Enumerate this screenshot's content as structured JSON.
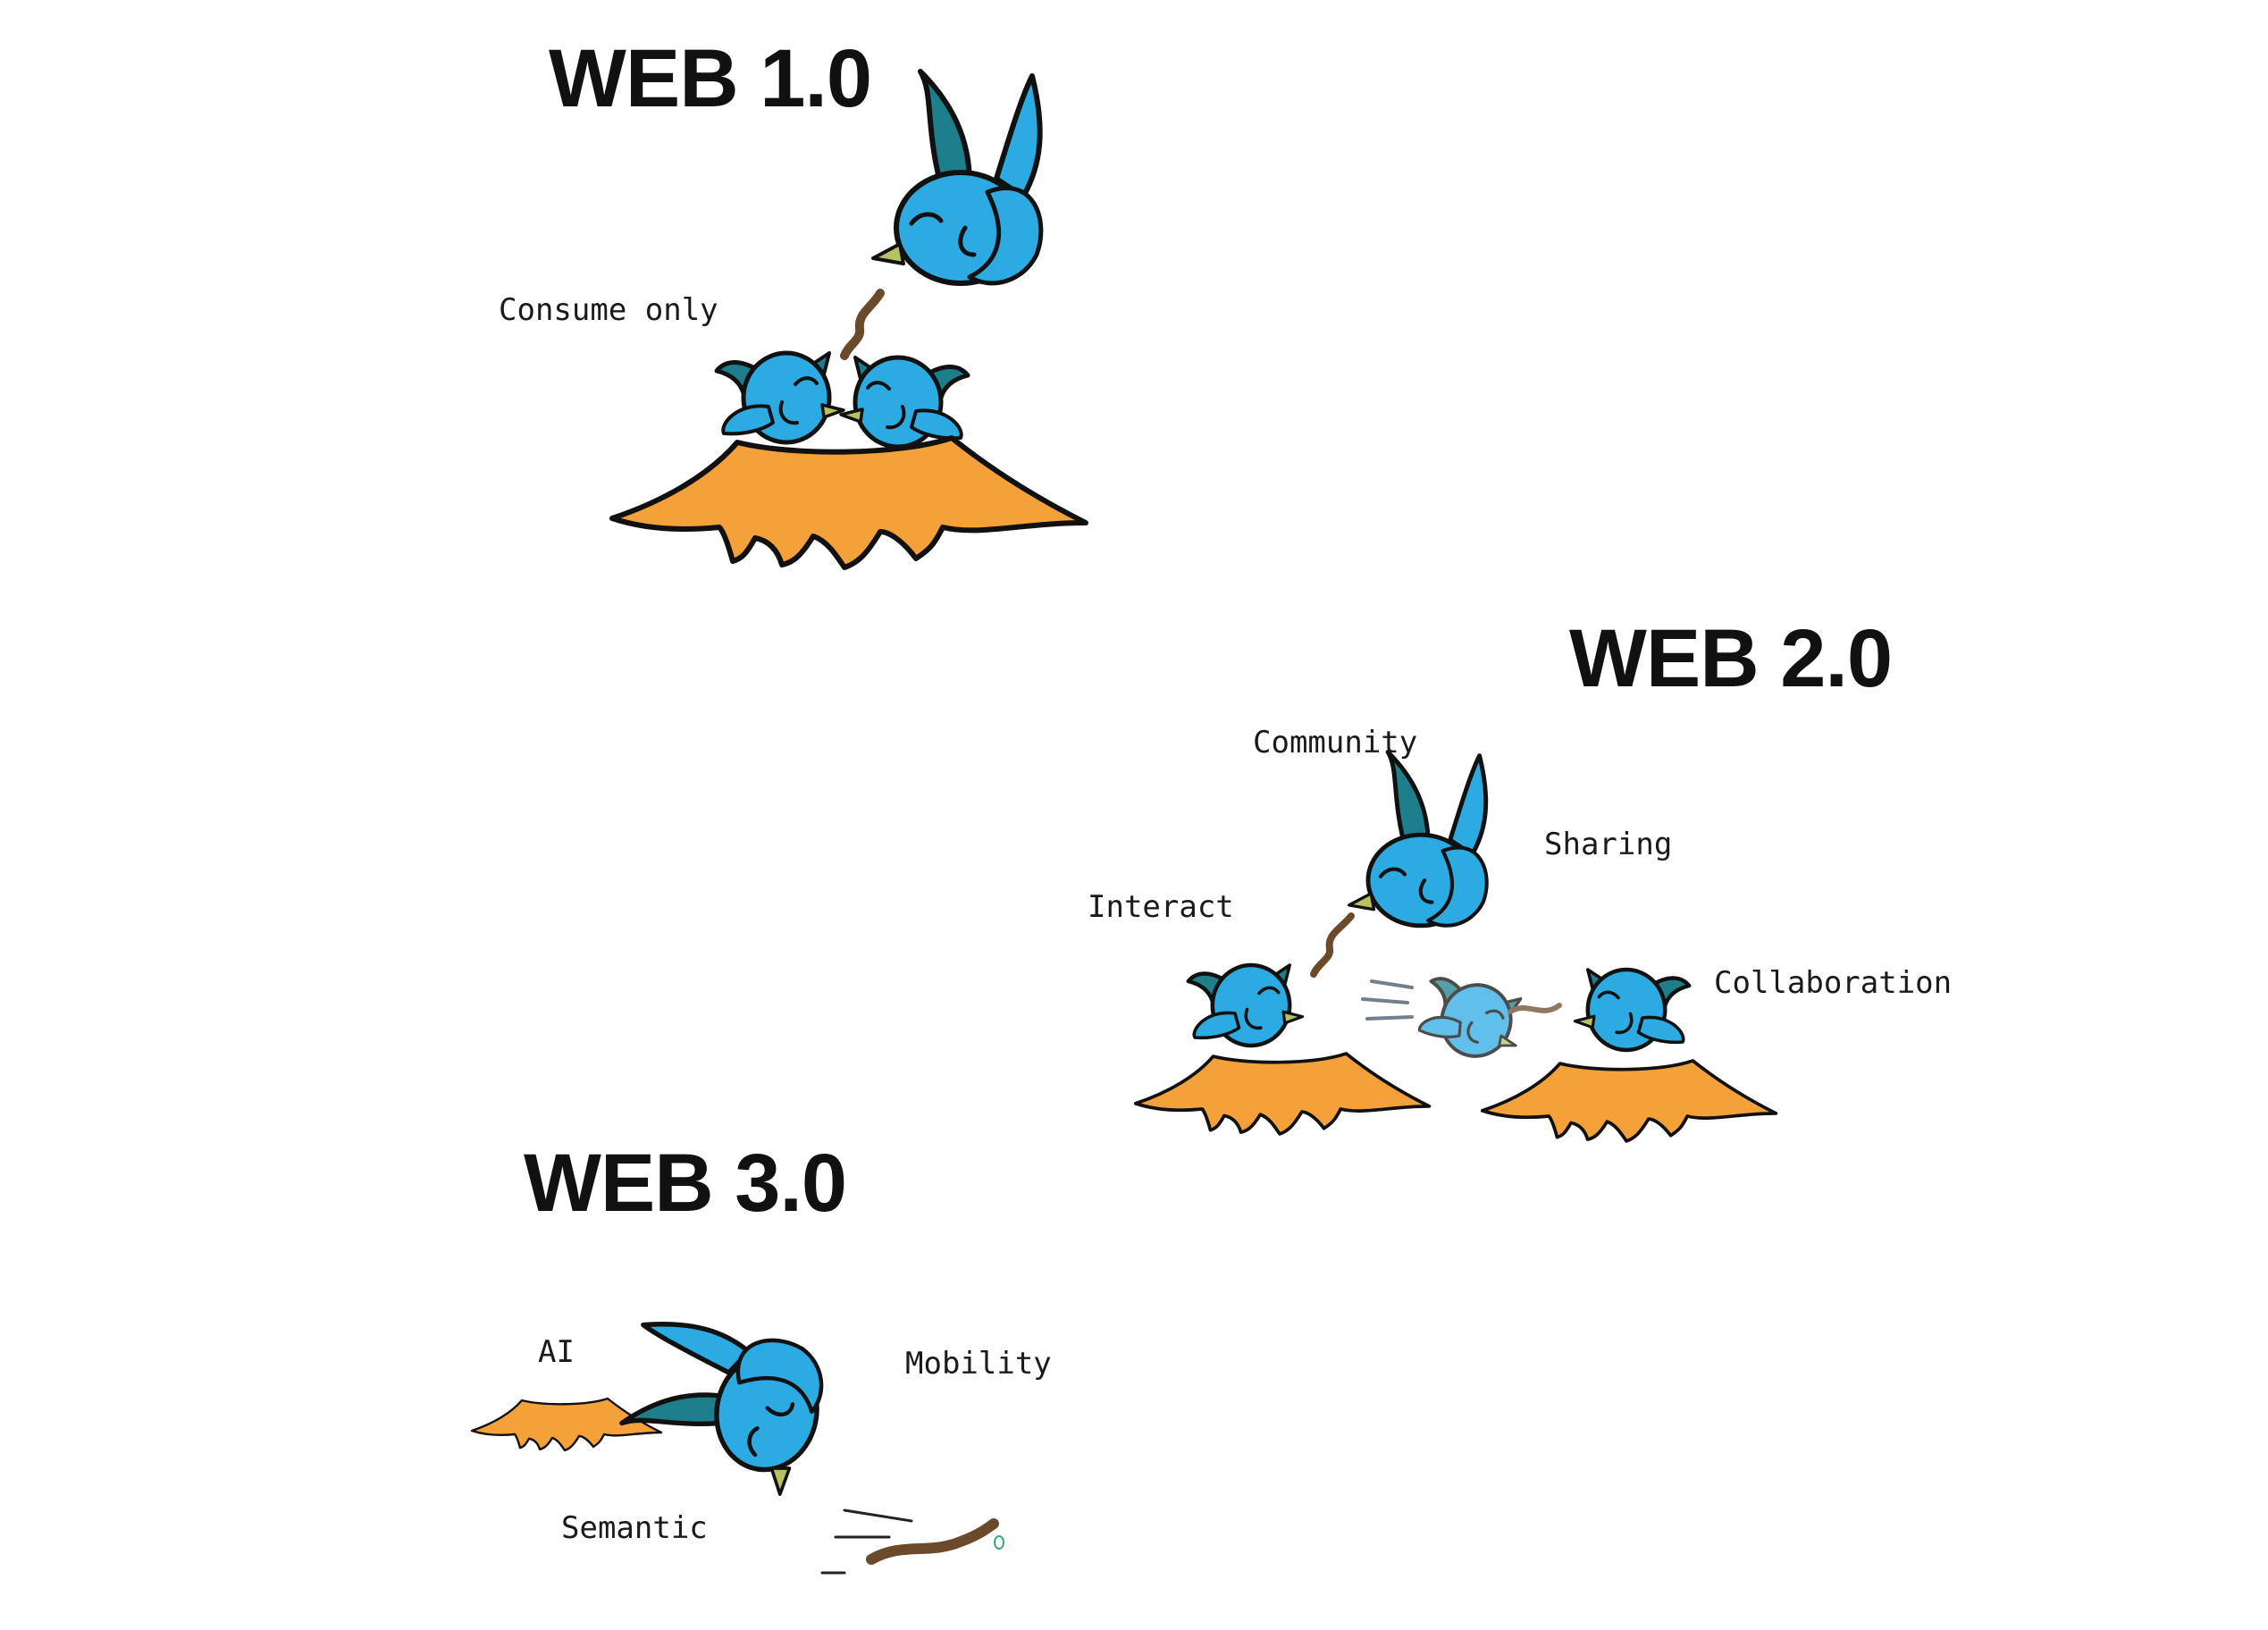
{
  "sections": {
    "web1": {
      "title": "WEB 1.0",
      "labels": {
        "consume": "Consume only"
      }
    },
    "web2": {
      "title": "WEB 2.0",
      "labels": {
        "community": "Community",
        "sharing": "Sharing",
        "interact": "Interact",
        "collaboration": "Collaboration"
      }
    },
    "web3": {
      "title": "WEB 3.0",
      "labels": {
        "ai": "AI",
        "mobility": "Mobility",
        "semantic": "Semantic"
      }
    }
  },
  "colors": {
    "bird_body": "#2cabe3",
    "bird_wing_dark": "#1d7f8c",
    "nest": "#f4a13a",
    "worm": "#6b4a2b",
    "outline": "#111111"
  },
  "icons": [
    "mother-bird-icon",
    "chick-icon",
    "nest-icon",
    "worm-icon",
    "flying-bird-icon"
  ]
}
